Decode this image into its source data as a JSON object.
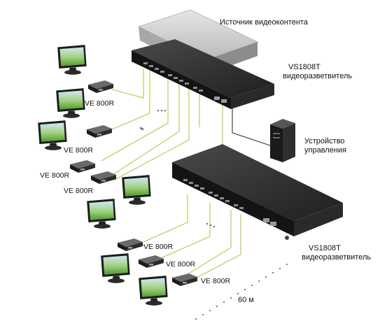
{
  "labels": {
    "source": "Источник видеоконтента",
    "splitter_top_model": "VS1808T",
    "splitter_top_desc": "видеоразветвитель",
    "control_line1": "Устройство",
    "control_line2": "управления",
    "splitter_bottom_model": "VS1808T",
    "splitter_bottom_desc": "видеоразветвитель",
    "distance": "60 м"
  },
  "receivers": [
    "VE 800R",
    "VE 800R",
    "VE 800R",
    "VE 800R",
    "VE 800R",
    "VE 800R",
    "VE 800R"
  ],
  "colors": {
    "cable_green": "#b6d36a",
    "cable_dark": "#444444",
    "device_dark": "#2b2b2b",
    "device_silver": "#cfcfcf",
    "screen_green": "#5ea63b",
    "screen_sky": "#cfe8f5"
  }
}
